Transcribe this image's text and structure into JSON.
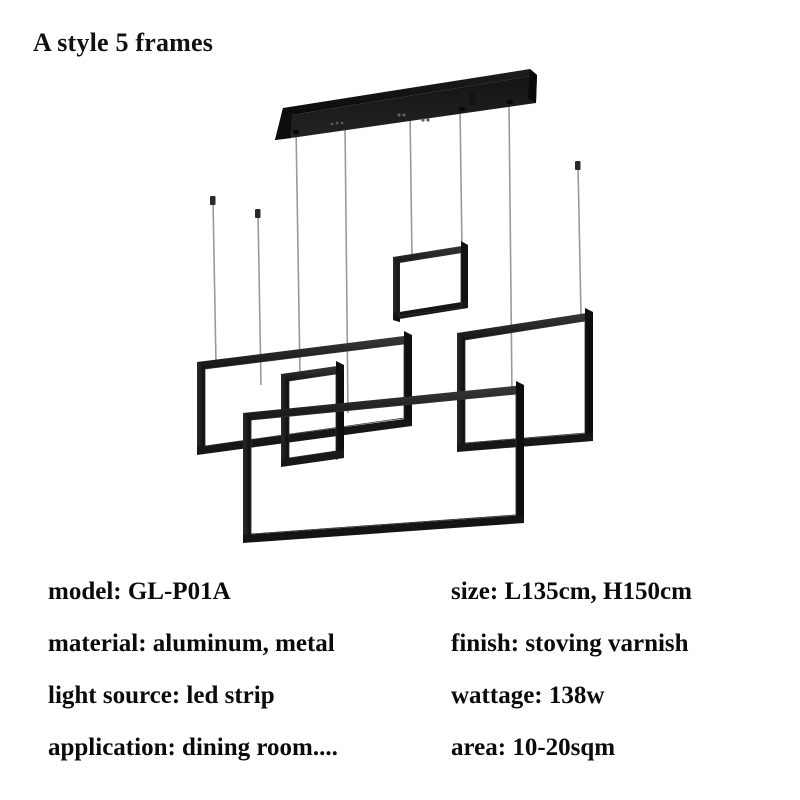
{
  "title": "A style 5 frames",
  "product": {
    "name": "pendant-light-5-rectangular-frames",
    "body_color": "#1a1a1a",
    "cable_color": "#8f8f8f",
    "background_color": "#ffffff",
    "canopy": "black rectangular ceiling plate",
    "frame_count": 5
  },
  "specs": [
    {
      "left": "model: GL-P01A",
      "right": "size: L135cm, H150cm"
    },
    {
      "left": "material: aluminum, metal",
      "right": "finish: stoving varnish"
    },
    {
      "left": "light source: led strip",
      "right": "wattage: 138w"
    },
    {
      "left": "application: dining room....",
      "right": "area: 10-20sqm"
    }
  ]
}
